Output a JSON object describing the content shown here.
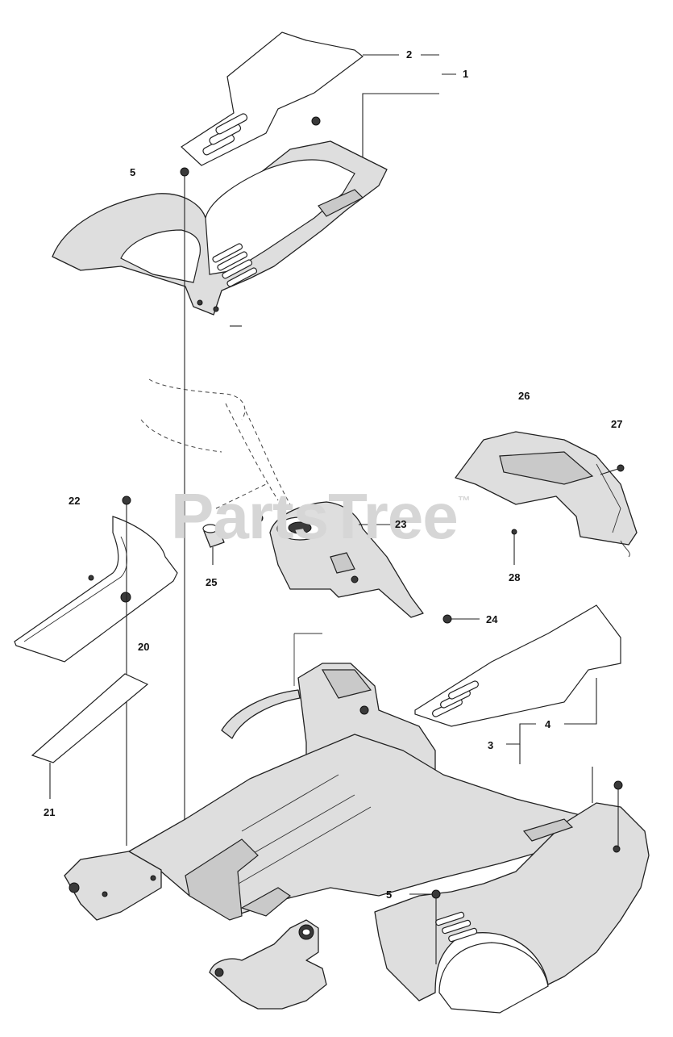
{
  "watermark": {
    "text": "PartsTree",
    "mark": "™"
  },
  "callouts": {
    "c1": "1",
    "c2": "2",
    "c3": "3",
    "c4": "4",
    "c5_top": "5",
    "c5_bottom": "5",
    "c20": "20",
    "c21": "21",
    "c22": "22",
    "c23": "23",
    "c24": "24",
    "c25": "25",
    "c26": "26",
    "c27": "27",
    "c28": "28"
  }
}
